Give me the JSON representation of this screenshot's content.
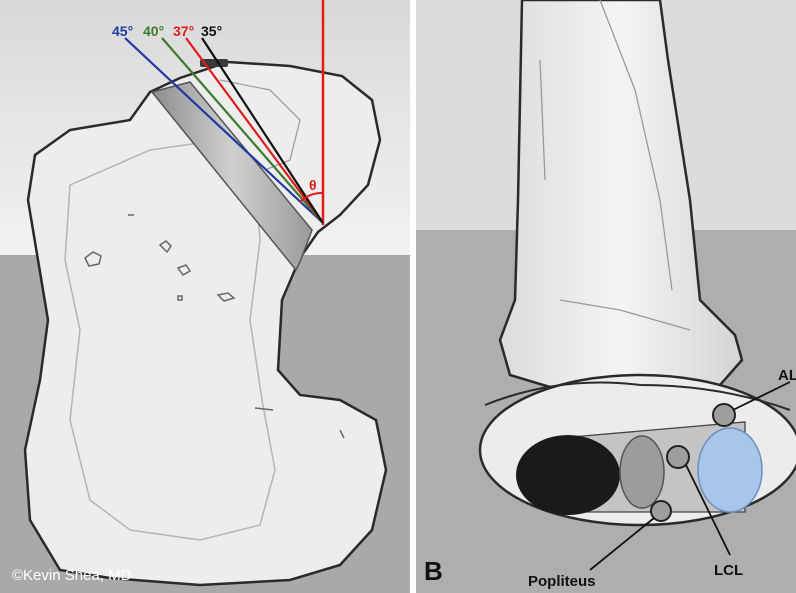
{
  "panel_a": {
    "angles": [
      {
        "label": "45°",
        "color": "#1f3aa0"
      },
      {
        "label": "40°",
        "color": "#3d7a2e"
      },
      {
        "label": "37°",
        "color": "#e01b1b"
      },
      {
        "label": "35°",
        "color": "#111111"
      }
    ],
    "theta_label": "θ",
    "copyright": "©Kevin Shea, MD"
  },
  "panel_b": {
    "panel_letter": "B",
    "labels": {
      "al": "AL",
      "popliteus": "Popliteus",
      "lcl": "LCL"
    }
  }
}
